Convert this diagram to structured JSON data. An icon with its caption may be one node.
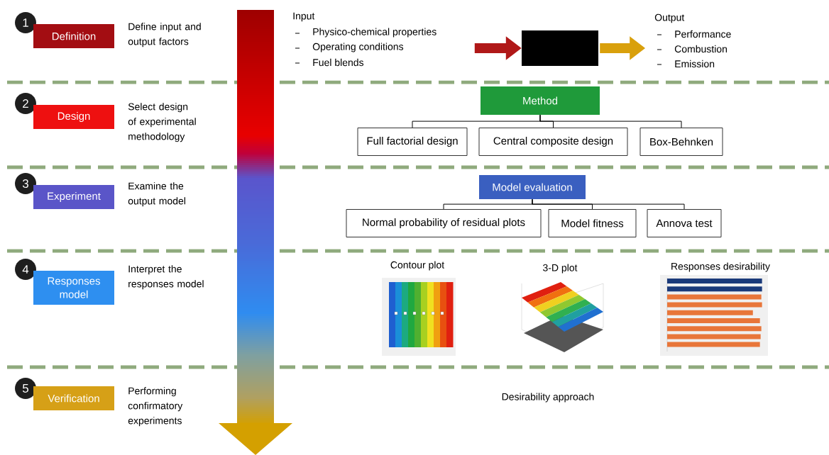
{
  "diagram": {
    "nodes": [
      {
        "text": [
          "1"
        ]
      },
      {
        "text": [
          "Definition"
        ],
        "beside": [
          "Define input and output factors"
        ]
      },
      {
        "text": [
          "2"
        ]
      },
      {
        "text": [
          "Design"
        ],
        "beside": [
          "Select design of experimental methodology"
        ]
      },
      {
        "text": [
          "3"
        ]
      },
      {
        "text": [
          "Experiment"
        ],
        "beside": [
          "Examine the output model"
        ]
      },
      {
        "text": [
          "4"
        ]
      },
      {
        "text": [
          "Responses model"
        ],
        "beside": [
          "Interpret the responses model"
        ]
      },
      {
        "text": [
          "5"
        ]
      },
      {
        "text": [
          "Verification"
        ],
        "beside": [
          "Performing confirmatory experiments"
        ]
      },
      {
        "text": [],
        "shape": "box"
      },
      {
        "text": [
          "Method"
        ]
      },
      {
        "text": [
          "Full factorial design"
        ]
      },
      {
        "text": [
          "Central composite design"
        ]
      },
      {
        "text": [
          "Box-Behnken"
        ]
      },
      {
        "text": [
          "Model evaluation"
        ]
      },
      {
        "text": [
          "Normal probability of residual plots"
        ]
      },
      {
        "text": [
          "Model fitness"
        ]
      },
      {
        "text": [
          "Annova test"
        ]
      }
    ],
    "edges": [
      {
        "from": null,
        "to": 10,
        "arrow": "to",
        "style": "thick",
        "color": "#b01818"
      },
      {
        "from": 10,
        "to": null,
        "arrow": "to",
        "style": "thick",
        "color": "#d9a00c"
      },
      {
        "from": 11,
        "to": 12,
        "arrow": "none"
      },
      {
        "from": 11,
        "to": 13,
        "arrow": "none"
      },
      {
        "from": 11,
        "to": 14,
        "arrow": "none"
      },
      {
        "from": 15,
        "to": 16,
        "arrow": "none"
      },
      {
        "from": 15,
        "to": 17,
        "arrow": "none"
      },
      {
        "from": 15,
        "to": 18,
        "arrow": "none"
      }
    ],
    "labels": [
      "Input",
      "Physico-chemical properties",
      "Operating conditions",
      "Fuel blends",
      "Output",
      "Performance",
      "Combustion",
      "Emission",
      "Contour plot",
      "3-D plot",
      "Responses desirability",
      "Desirability approach"
    ]
  }
}
